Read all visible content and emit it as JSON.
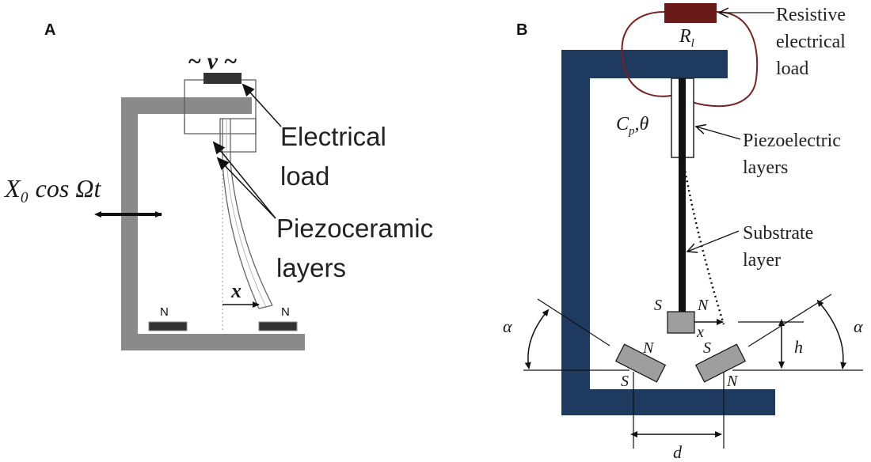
{
  "panel_a": {
    "letter": "A",
    "voltage_label": "~ v ~",
    "excitation_label": "X₀ cos Ωt",
    "electrical_load": [
      "Electrical",
      "load"
    ],
    "piezo_layers": [
      "Piezoceramic",
      "layers"
    ],
    "displacement": "x",
    "magnet_left": "N",
    "magnet_right": "N"
  },
  "panel_b": {
    "letter": "B",
    "resistor_label": "R",
    "resistor_sub": "l",
    "resistive_load": [
      "Resistive",
      "electrical",
      "load"
    ],
    "cp_label": "C",
    "cp_sub": "p",
    "theta_label": ",θ",
    "piezo_layers": [
      "Piezoelectric",
      "layers"
    ],
    "substrate": [
      "Substrate",
      "layer"
    ],
    "tip_s": "S",
    "tip_n": "N",
    "x_label": "x",
    "left_mag_n": "N",
    "left_mag_s": "S",
    "right_mag_s": "S",
    "right_mag_n": "N",
    "alpha_left": "α",
    "alpha_right": "α",
    "h_label": "h",
    "d_label": "d"
  },
  "colors": {
    "frame_a": "#8a8a8a",
    "frame_b": "#1f3a5f",
    "resistor": "#6b1a1a",
    "wire": "#7a2222",
    "magnet_b": "#9e9e9e",
    "magnet_a": "#333333"
  }
}
